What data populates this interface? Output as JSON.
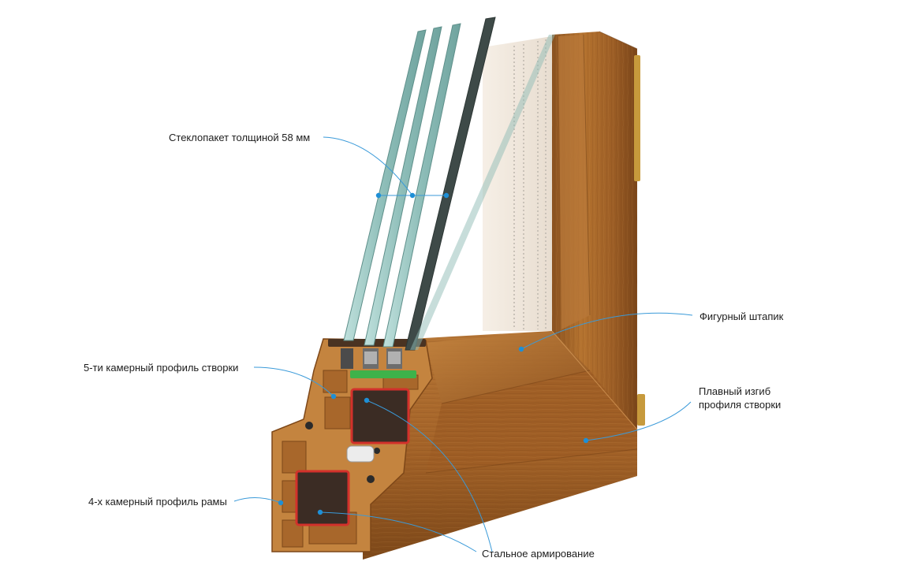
{
  "callouts": {
    "glazing": "Стеклопакет толщиной 58 мм",
    "sash_profile": "5-ти камерный профиль створки",
    "frame_profile": "4-х камерный профиль рамы",
    "bead": "Фигурный штапик",
    "smooth_bend_line1": "Плавный изгиб",
    "smooth_bend_line2": "профиля створки",
    "steel_reinforcement": "Стальное армирование"
  },
  "colors": {
    "leader": "#3a9ad9",
    "dot": "#1e8fd6",
    "wood": "#a9682c",
    "wood_dark": "#7c4a1d",
    "wood_light": "#c98a45",
    "profile_inner": "#b57232",
    "glass": "#9fc7c4",
    "reinforcement": "#d2312b"
  }
}
